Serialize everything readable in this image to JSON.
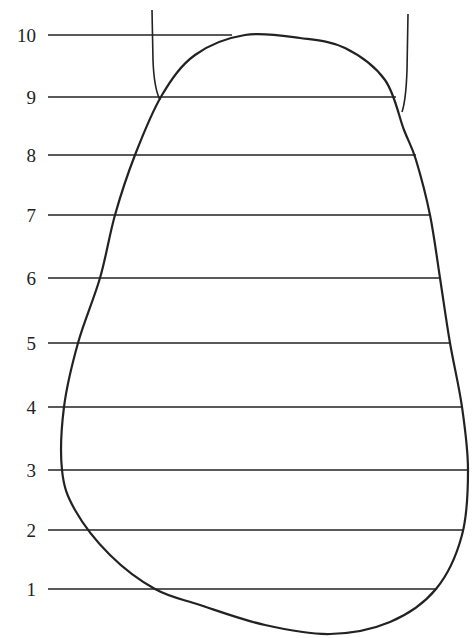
{
  "diagram": {
    "labels": [
      "10",
      "9",
      "8",
      "7",
      "6",
      "5",
      "4",
      "3",
      "2",
      "1"
    ]
  }
}
